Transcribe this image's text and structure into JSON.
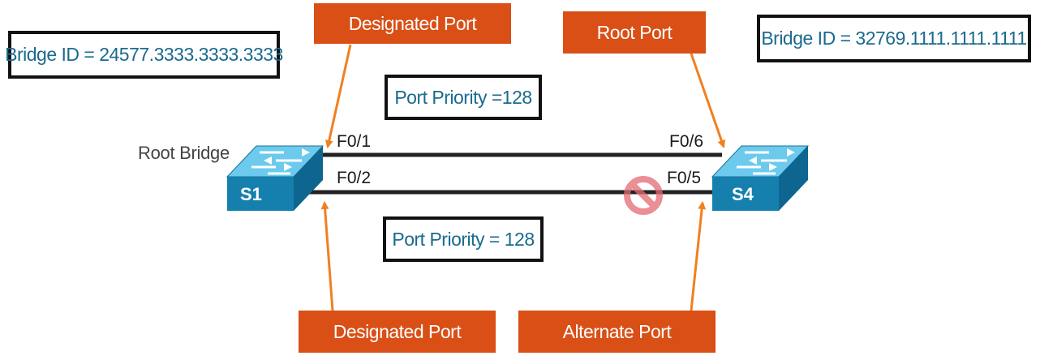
{
  "labels": {
    "s1_port_top": "Designated Port",
    "s1_port_bottom": "Designated Port",
    "s4_port_top": "Root Port",
    "s4_port_bottom": "Alternate Port"
  },
  "bridge_ids": {
    "s1": "Bridge ID = 24577.3333.3333.3333",
    "s4": "Bridge ID = 32769.1111.1111.1111"
  },
  "port_priorities": {
    "top": "Port Priority =128",
    "bottom": "Port Priority = 128"
  },
  "root_bridge_label": "Root Bridge",
  "switches": {
    "s1": {
      "name": "S1"
    },
    "s4": {
      "name": "S4"
    }
  },
  "ports": {
    "s1_top": "F0/1",
    "s1_bottom": "F0/2",
    "s4_top": "F0/6",
    "s4_bottom": "F0/5"
  },
  "colors": {
    "label_fill": "#d94f16",
    "arrow": "#f08020",
    "switch_front": "#1580ad",
    "switch_top": "#6ccaec",
    "info_text": "#1a6a8e",
    "blocked_icon": "#e36a72"
  }
}
